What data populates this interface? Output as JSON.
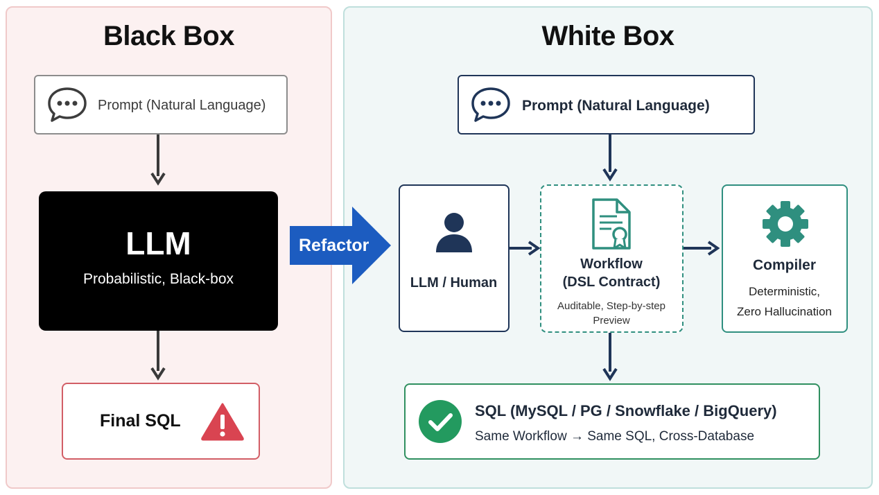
{
  "black_box": {
    "title": "Black Box",
    "prompt_label": "Prompt (Natural Language)",
    "llm_title": "LLM",
    "llm_subtitle": "Probabilistic, Black-box",
    "final_label": "Final SQL"
  },
  "refactor_label": "Refactor",
  "white_box": {
    "title": "White Box",
    "prompt_label": "Prompt (Natural Language)",
    "human_label": "LLM / Human",
    "workflow_title_line1": "Workflow",
    "workflow_title_line2": "(DSL Contract)",
    "workflow_desc_line1": "Auditable, Step-by-step",
    "workflow_desc_line2": "Preview",
    "compiler_title": "Compiler",
    "compiler_desc_line1": "Deterministic,",
    "compiler_desc_line2": "Zero Hallucination",
    "sql_title": "SQL (MySQL / PG / Snowflake / BigQuery)",
    "sql_desc": "Same Workflow → Same SQL, Cross-Database"
  },
  "colors": {
    "navy": "#1f3558",
    "teal": "#2f8f7f",
    "green": "#239a5f",
    "red": "#d94451",
    "refactor_blue": "#1c5cc0"
  },
  "icons": [
    "chat-bubble-icon",
    "warning-icon",
    "person-icon",
    "certificate-document-icon",
    "gear-icon",
    "check-circle-icon",
    "right-arrow-icon",
    "down-arrow-icon"
  ]
}
